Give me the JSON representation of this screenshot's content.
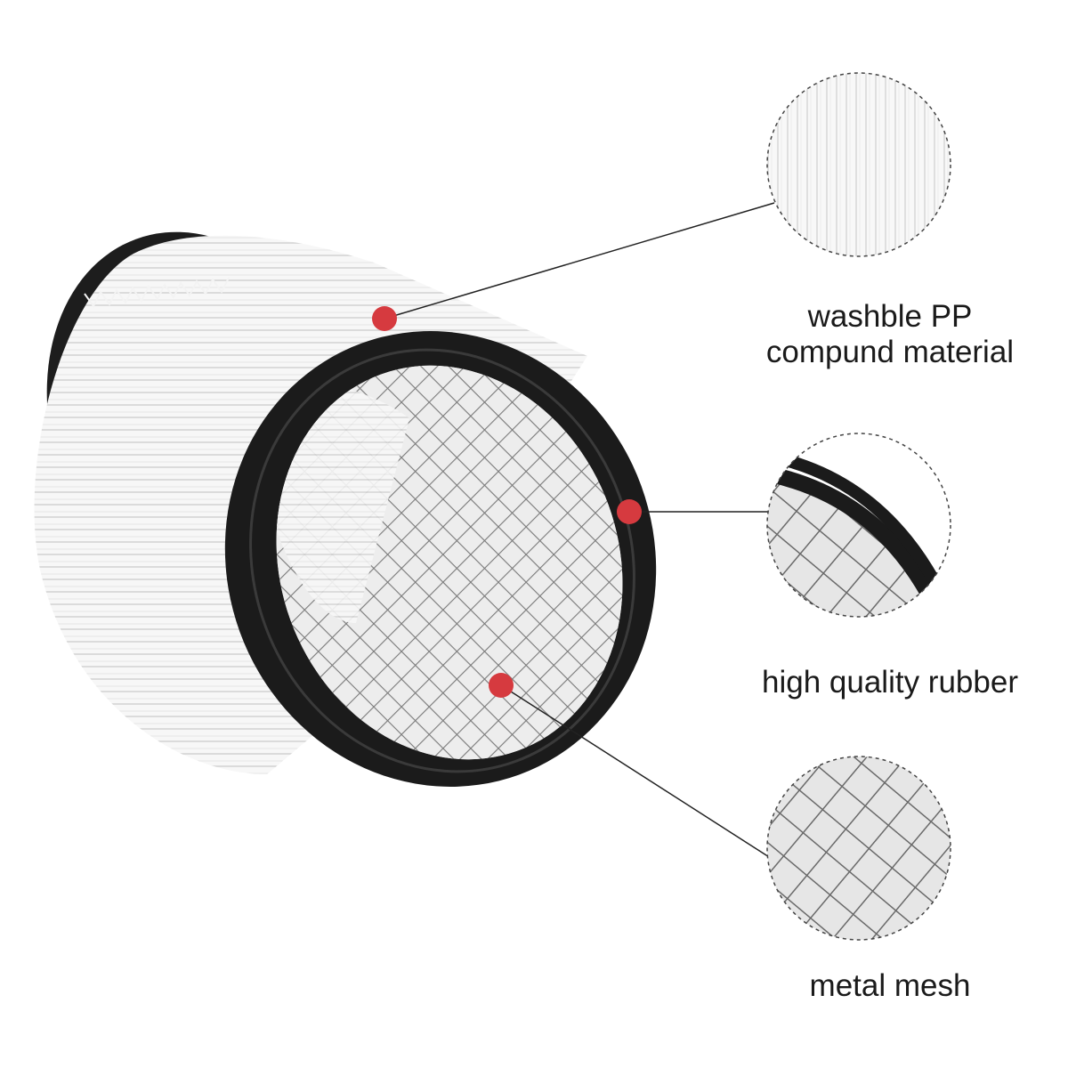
{
  "callouts": {
    "pp": {
      "line1": "washble PP",
      "line2": "compund material"
    },
    "rubber": {
      "label": "high quality rubber"
    },
    "mesh": {
      "label": "metal mesh"
    }
  },
  "colors": {
    "marker": "#d63a3f",
    "rubber": "#1b1b1b",
    "filter_paper": "#f6f6f6",
    "leader_line": "#222222",
    "dashed_circle": "#444444"
  },
  "icons": {
    "marker": "red-dot-icon"
  }
}
